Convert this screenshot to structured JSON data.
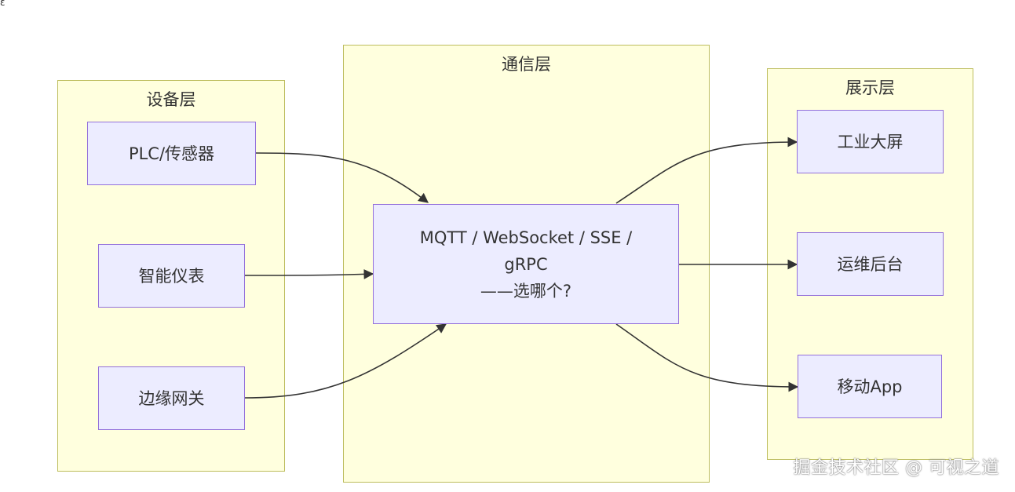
{
  "corner_mark": "ε",
  "clusters": {
    "device": {
      "title": "设备层"
    },
    "comm": {
      "title": "通信层"
    },
    "display": {
      "title": "展示层"
    }
  },
  "nodes": {
    "plc": "PLC/传感器",
    "meter": "智能仪表",
    "gateway": "边缘网关",
    "protocol_line1": "MQTT / WebSocket / SSE /",
    "protocol_line2": "gRPC",
    "protocol_line3": "——选哪个?",
    "screen": "工业大屏",
    "ops": "运维后台",
    "mobile": "移动App"
  },
  "edges": [
    {
      "from": "PLC/传感器",
      "to": "MQTT / WebSocket / SSE / gRPC ——选哪个?"
    },
    {
      "from": "智能仪表",
      "to": "MQTT / WebSocket / SSE / gRPC ——选哪个?"
    },
    {
      "from": "边缘网关",
      "to": "MQTT / WebSocket / SSE / gRPC ——选哪个?"
    },
    {
      "from": "MQTT / WebSocket / SSE / gRPC ——选哪个?",
      "to": "工业大屏"
    },
    {
      "from": "MQTT / WebSocket / SSE / gRPC ——选哪个?",
      "to": "运维后台"
    },
    {
      "from": "MQTT / WebSocket / SSE / gRPC ——选哪个?",
      "to": "移动App"
    }
  ],
  "colors": {
    "cluster_fill": "#ffffde",
    "cluster_border": "#bdbd5e",
    "node_fill": "#ececff",
    "node_border": "#9370db",
    "edge": "#333333"
  },
  "watermark": "掘金技术社区 @ 可视之道"
}
